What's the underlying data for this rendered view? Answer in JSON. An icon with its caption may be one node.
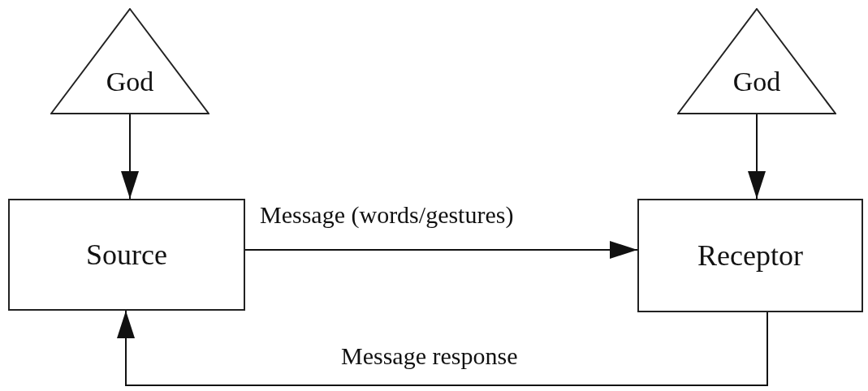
{
  "diagram": {
    "nodes": [
      {
        "text": [
          "God"
        ]
      },
      {
        "text": [
          "God"
        ]
      },
      {
        "text": [
          "Source"
        ]
      },
      {
        "text": [
          "Receptor"
        ]
      }
    ],
    "edges": [
      {
        "from": 0,
        "to": 2,
        "arrow": "to"
      },
      {
        "from": 1,
        "to": 3,
        "arrow": "to"
      },
      {
        "from": 2,
        "to": 3,
        "arrow": "to",
        "label": "Message (words/gestures)"
      },
      {
        "from": 3,
        "to": 2,
        "arrow": "to",
        "label": "Message response"
      }
    ]
  }
}
